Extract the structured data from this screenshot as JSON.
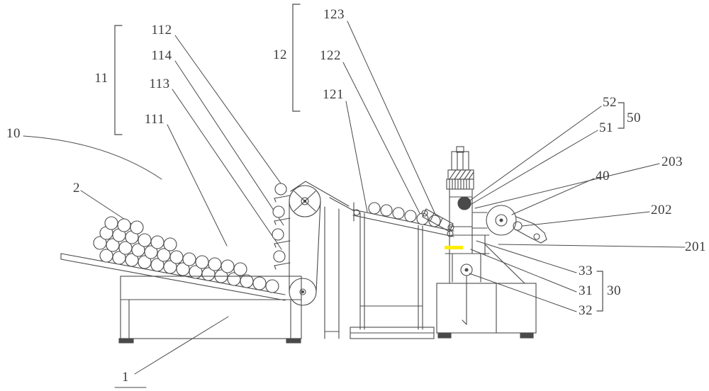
{
  "diagram": {
    "figure_type": "patent mechanical line drawing",
    "description": "Feeding ramp with balls, bucket elevator, transfer conveyor and processing unit",
    "colors": {
      "background": "#ffffff",
      "line": "#4a4a4a",
      "label_text": "#3b3b3b",
      "highlight": "#ffee00"
    },
    "labels": {
      "n1": "1",
      "n2": "2",
      "n10": "10",
      "n11": "11",
      "n12": "12",
      "n111": "111",
      "n112": "112",
      "n113": "113",
      "n114": "114",
      "n121": "121",
      "n122": "122",
      "n123": "123",
      "n30": "30",
      "n31": "31",
      "n32": "32",
      "n33": "33",
      "n40": "40",
      "n50": "50",
      "n51": "51",
      "n52": "52",
      "n201": "201",
      "n202": "202",
      "n203": "203"
    },
    "groups": [
      {
        "group": "11",
        "members": [
          "112",
          "114",
          "113",
          "111"
        ]
      },
      {
        "group": "12",
        "members": [
          "123",
          "122",
          "121"
        ]
      },
      {
        "group": "50",
        "members": [
          "52",
          "51"
        ]
      },
      {
        "group": "30",
        "members": [
          "33",
          "31",
          "32"
        ]
      }
    ]
  }
}
